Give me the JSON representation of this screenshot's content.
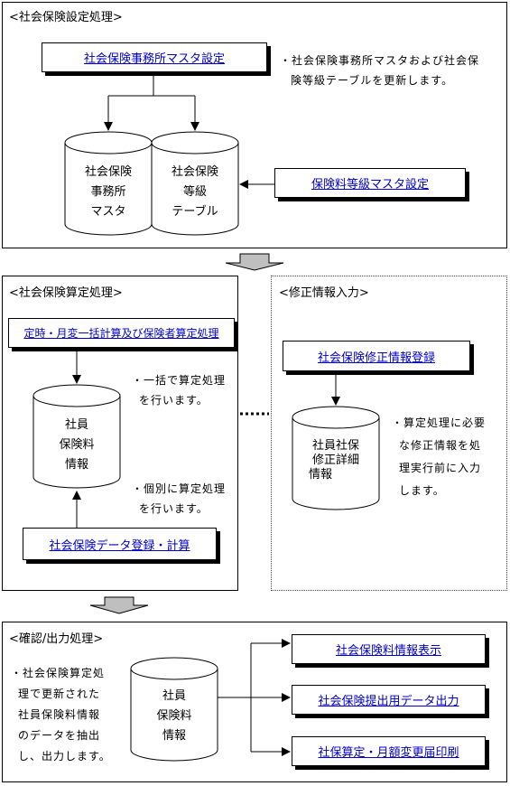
{
  "setup": {
    "title": "<社会保険設定処理>",
    "office_master_button": "社会保険事務所マスタ設定",
    "note_line1": "・社会保険事務所マスタおよび社会保",
    "note_line2": "険等級テーブルを更新します。",
    "db_office": [
      "社会保険",
      "事務所",
      "マスタ"
    ],
    "db_grade": [
      "社会保険",
      "等級",
      "テーブル"
    ],
    "premium_grade_button": "保険料等級マスタ設定"
  },
  "calc": {
    "title": "<社会保険算定処理>",
    "batch_button": "定時・月変一括計算及び保険者算定処理",
    "note_batch": [
      "・一括で算定処理",
      "を行います。"
    ],
    "db_employee": [
      "社員",
      "保険料",
      "情報"
    ],
    "note_individual": [
      "・個別に算定処理",
      "を行います。"
    ],
    "data_entry_button": "社会保険データ登録・計算"
  },
  "revision": {
    "title": "<修正情報入力>",
    "revision_button": "社会保険修正情報登録",
    "db_detail": [
      "社員社保",
      "修正詳細",
      "情報"
    ],
    "note": [
      "・算定処理に必要",
      "な修正情報を処",
      "理実行前に入力",
      "します。"
    ]
  },
  "output": {
    "title": "<確認/出力処理>",
    "note": [
      "・社会保険算定処",
      "理で更新された",
      "社員保険料情報",
      "のデータを抽出",
      "し、出力します。"
    ],
    "db_employee": [
      "社員",
      "保険料",
      "情報"
    ],
    "display_button": "社会保険料情報表示",
    "export_button": "社会保険提出用データ出力",
    "print_button": "社保算定・月額変更届印刷"
  }
}
